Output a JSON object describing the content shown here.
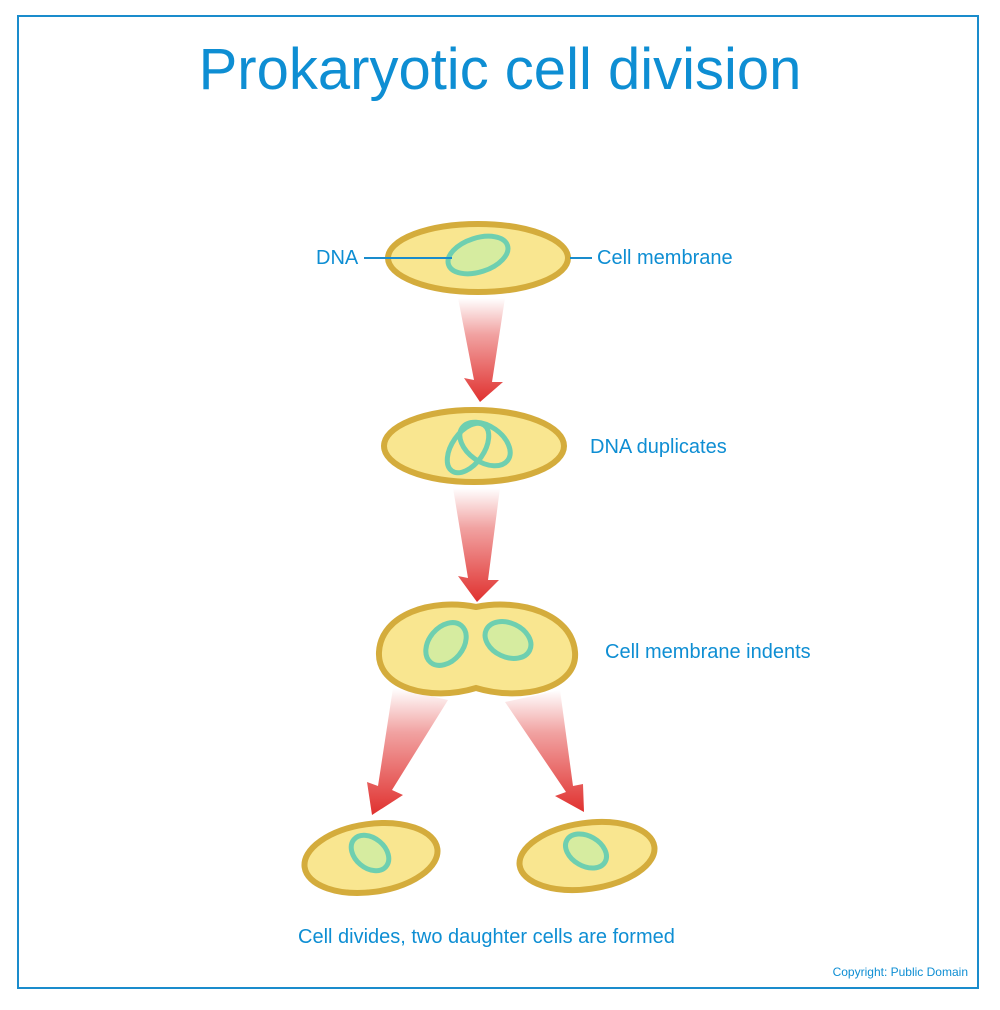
{
  "title": "Prokaryotic cell division",
  "labels": {
    "dna": "DNA",
    "cell_membrane": "Cell membrane",
    "dna_duplicates": "DNA duplicates",
    "membrane_indents": "Cell membrane indents",
    "cell_divides": "Cell divides, two daughter cells are formed"
  },
  "copyright": "Copyright: Public Domain",
  "colors": {
    "text": "#0e8ed3",
    "frame": "#1a8ccc",
    "cell_fill": "#f9e690",
    "cell_stroke": "#d4ac3c",
    "dna_stroke": "#6ecfb0",
    "dna_fill": "#d6eca0",
    "arrow": "#e0312f"
  }
}
